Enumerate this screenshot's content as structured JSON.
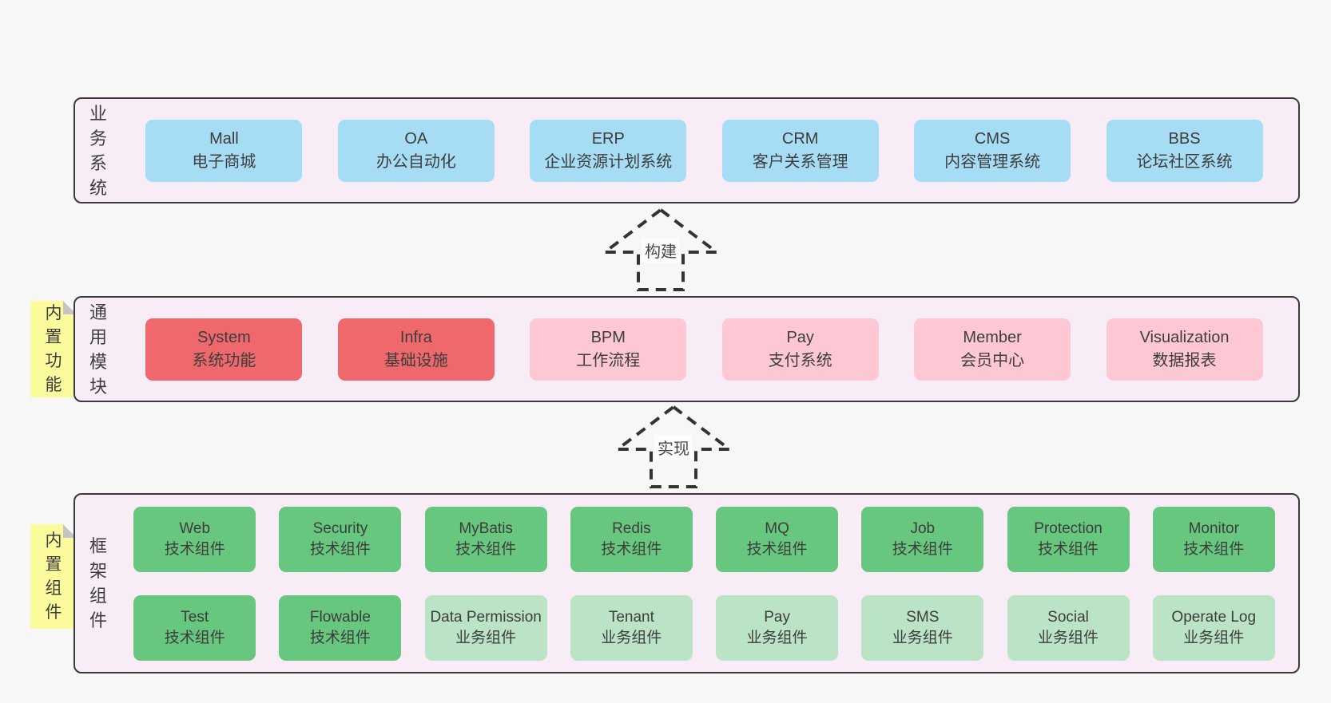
{
  "page": {
    "background": "#f7f7f7",
    "description": "三层架构图：业务系统 / 通用模块 / 框架组件"
  },
  "colors": {
    "container_bg": "#f8edf6",
    "container_border": "#3a3a3a",
    "blue_box": "#a7dcf5",
    "red_box": "#ee686c",
    "pink_box": "#fdc8d3",
    "green_box": "#68c77e",
    "lightgreen_box": "#bae4c5",
    "sticky_note": "#fbfb9e",
    "sticky_fold": "#c5c5c5",
    "text": "#3d3d3d"
  },
  "layer1": {
    "side_label": "业务系统",
    "boxes": [
      {
        "title": "Mall",
        "subtitle": "电子商城"
      },
      {
        "title": "OA",
        "subtitle": "办公自动化"
      },
      {
        "title": "ERP",
        "subtitle": "企业资源计划系统"
      },
      {
        "title": "CRM",
        "subtitle": "客户关系管理"
      },
      {
        "title": "CMS",
        "subtitle": "内容管理系统"
      },
      {
        "title": "BBS",
        "subtitle": "论坛社区系统"
      }
    ]
  },
  "arrow1": {
    "label": "构建"
  },
  "layer2": {
    "side_label": "通用模块",
    "sticky_label": "内置功能",
    "boxes": [
      {
        "title": "System",
        "subtitle": "系统功能",
        "color": "red"
      },
      {
        "title": "Infra",
        "subtitle": "基础设施",
        "color": "red"
      },
      {
        "title": "BPM",
        "subtitle": "工作流程",
        "color": "pink"
      },
      {
        "title": "Pay",
        "subtitle": "支付系统",
        "color": "pink"
      },
      {
        "title": "Member",
        "subtitle": "会员中心",
        "color": "pink"
      },
      {
        "title": "Visualization",
        "subtitle": "数据报表",
        "color": "pink"
      }
    ]
  },
  "arrow2": {
    "label": "实现"
  },
  "layer3": {
    "side_label": "框架组件",
    "sticky_label": "内置组件",
    "row1": [
      {
        "title": "Web",
        "subtitle": "技术组件",
        "color": "green"
      },
      {
        "title": "Security",
        "subtitle": "技术组件",
        "color": "green"
      },
      {
        "title": "MyBatis",
        "subtitle": "技术组件",
        "color": "green"
      },
      {
        "title": "Redis",
        "subtitle": "技术组件",
        "color": "green"
      },
      {
        "title": "MQ",
        "subtitle": "技术组件",
        "color": "green"
      },
      {
        "title": "Job",
        "subtitle": "技术组件",
        "color": "green"
      },
      {
        "title": "Protection",
        "subtitle": "技术组件",
        "color": "green"
      },
      {
        "title": "Monitor",
        "subtitle": "技术组件",
        "color": "green"
      }
    ],
    "row2": [
      {
        "title": "Test",
        "subtitle": "技术组件",
        "color": "green"
      },
      {
        "title": "Flowable",
        "subtitle": "技术组件",
        "color": "green"
      },
      {
        "title": "Data Permission",
        "subtitle": "业务组件",
        "color": "lightgreen"
      },
      {
        "title": "Tenant",
        "subtitle": "业务组件",
        "color": "lightgreen"
      },
      {
        "title": "Pay",
        "subtitle": "业务组件",
        "color": "lightgreen"
      },
      {
        "title": "SMS",
        "subtitle": "业务组件",
        "color": "lightgreen"
      },
      {
        "title": "Social",
        "subtitle": "业务组件",
        "color": "lightgreen"
      },
      {
        "title": "Operate Log",
        "subtitle": "业务组件",
        "color": "lightgreen"
      }
    ]
  }
}
